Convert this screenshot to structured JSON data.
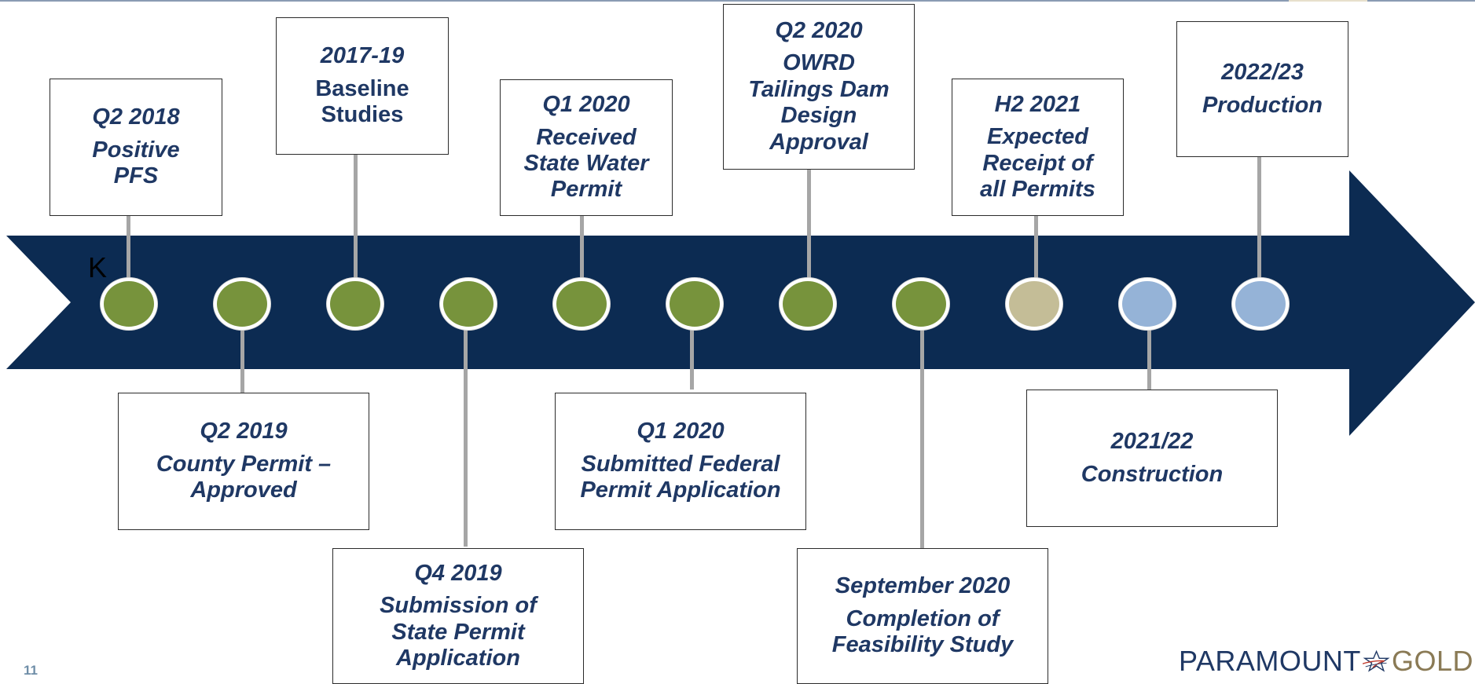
{
  "page_number": "11",
  "stray_glyph": "K",
  "logo": {
    "word_left": "PARAMOUNT",
    "word_right": "GOLD"
  },
  "colors": {
    "arrow": "#0c2b52",
    "completed": "#77933c",
    "expected": "#c4bd97",
    "future": "#95b3d7",
    "text": "#1f3864",
    "connector": "#a6a6a6"
  },
  "milestones": [
    {
      "date": "Q2 2018",
      "label": "Positive PFS",
      "status": "completed"
    },
    {
      "date": "Q2 2019",
      "label": "County Permit – Approved",
      "status": "completed"
    },
    {
      "date": "2017-19",
      "label": "Baseline Studies",
      "status": "completed"
    },
    {
      "date": "Q4 2019",
      "label": "Submission of State Permit Application",
      "status": "completed"
    },
    {
      "date": "Q1 2020",
      "label": "Received State Water Permit",
      "status": "completed"
    },
    {
      "date": "Q1 2020",
      "label": "Submitted Federal Permit Application",
      "status": "completed"
    },
    {
      "date": "Q2 2020",
      "label": "OWRD Tailings Dam Design Approval",
      "status": "completed"
    },
    {
      "date": "September 2020",
      "label": "Completion of Feasibility Study",
      "status": "completed"
    },
    {
      "date": "H2 2021",
      "label": "Expected Receipt of all Permits",
      "status": "expected"
    },
    {
      "date": "2021/22",
      "label": "Construction",
      "status": "future"
    },
    {
      "date": "2022/23",
      "label": "Production",
      "status": "future"
    }
  ]
}
